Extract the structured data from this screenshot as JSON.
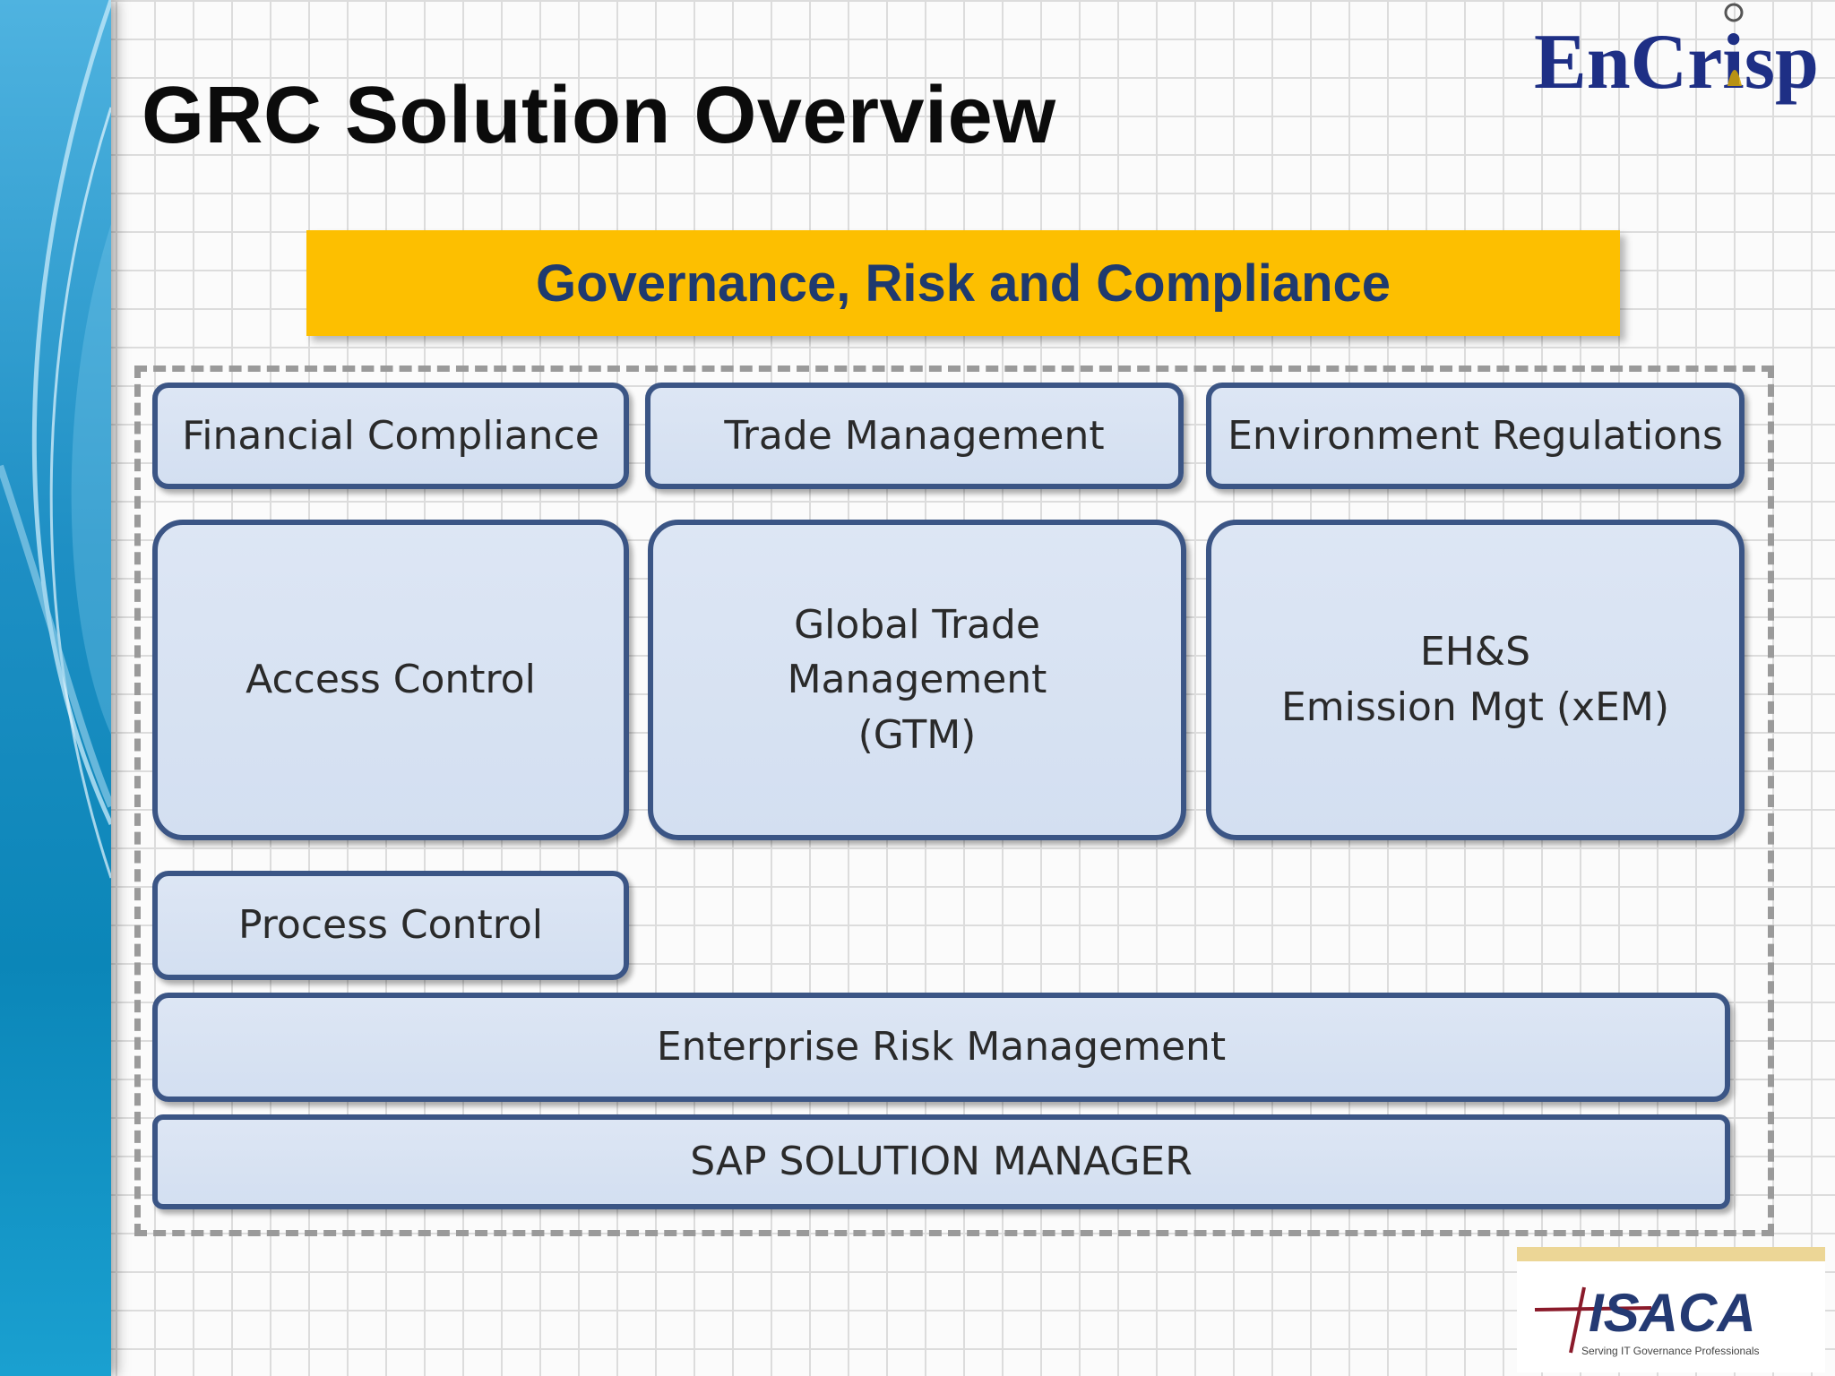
{
  "slide": {
    "title": "GRC Solution Overview",
    "banner": "Governance, Risk and Compliance"
  },
  "logos": {
    "encrisp": "EnCrisp",
    "isaca": "ISACA",
    "isaca_tagline": "Serving IT Governance Professionals"
  },
  "boxes": {
    "financial_compliance": "Financial Compliance",
    "trade_management": "Trade Management",
    "environment_regulations": "Environment Regulations",
    "access_control": "Access Control",
    "global_trade_management": "Global Trade\nManagement\n(GTM)",
    "ehs_emission": "EH&S\nEmission Mgt (xEM)",
    "process_control": "Process Control",
    "enterprise_risk_management": "Enterprise Risk Management",
    "sap_solution_manager": "SAP SOLUTION MANAGER"
  },
  "colors": {
    "banner": "#fdbf00",
    "banner_text": "#1f3a6e",
    "box_fill": "#d9e3f3",
    "box_border": "#3b5585",
    "left_band": "#1a9ad0"
  }
}
